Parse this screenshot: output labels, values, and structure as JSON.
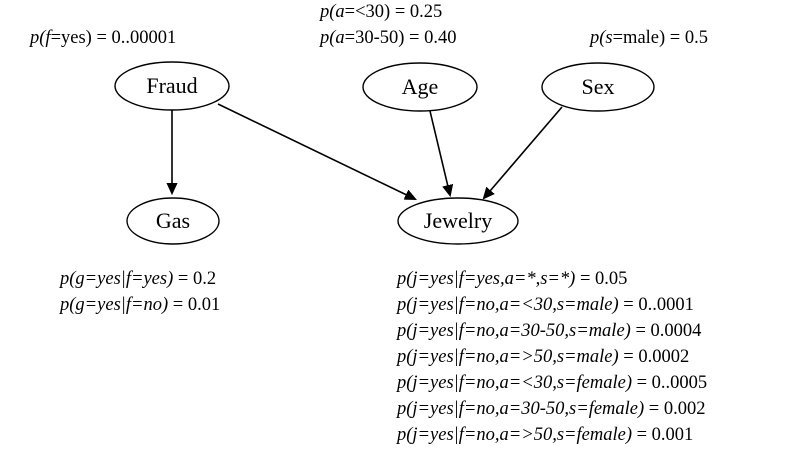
{
  "nodes": {
    "fraud": "Fraud",
    "age": "Age",
    "sex": "Sex",
    "gas": "Gas",
    "jewelry": "Jewelry"
  },
  "probabilities": {
    "fraud": [
      [
        {
          "t": "p(",
          "i": true
        },
        {
          "t": "f",
          "i": true
        },
        {
          "t": "=yes) = 0..00001",
          "i": false
        }
      ]
    ],
    "age": [
      [
        {
          "t": "p(",
          "i": true
        },
        {
          "t": "a",
          "i": true
        },
        {
          "t": "=<30) = 0.25",
          "i": false
        }
      ],
      [
        {
          "t": "p(",
          "i": true
        },
        {
          "t": "a",
          "i": true
        },
        {
          "t": "=30-50) = 0.40",
          "i": false
        }
      ]
    ],
    "sex": [
      [
        {
          "t": "p(",
          "i": true
        },
        {
          "t": "s",
          "i": true
        },
        {
          "t": "=male) = 0.5",
          "i": false
        }
      ]
    ],
    "gas": [
      [
        {
          "t": "p(g=yes|f=yes)",
          "i": true
        },
        {
          "t": " = 0.2",
          "i": false
        }
      ],
      [
        {
          "t": "p(g=yes|f=no)",
          "i": true
        },
        {
          "t": " = 0.01",
          "i": false
        }
      ]
    ],
    "jewelry": [
      [
        {
          "t": "p(j=yes|f=yes,a=*,s=*)",
          "i": true
        },
        {
          "t": " = 0.05",
          "i": false
        }
      ],
      [
        {
          "t": "p(j=yes|f=no,a=<30,s=male)",
          "i": true
        },
        {
          "t": " = 0..0001",
          "i": false
        }
      ],
      [
        {
          "t": "p(j=yes|f=no,a=30-50,s=male)",
          "i": true
        },
        {
          "t": " = 0.0004",
          "i": false
        }
      ],
      [
        {
          "t": "p(j=yes|f=no,a=>50,s=male)",
          "i": true
        },
        {
          "t": " = 0.0002",
          "i": false
        }
      ],
      [
        {
          "t": "p(j=yes|f=no,a=<30,s=female)",
          "i": true
        },
        {
          "t": " = 0..0005",
          "i": false
        }
      ],
      [
        {
          "t": "p(j=yes|f=no,a=30-50,s=female)",
          "i": true
        },
        {
          "t": " = 0.002",
          "i": false
        }
      ],
      [
        {
          "t": "p(j=yes|f=no,a=>50,s=female)",
          "i": true
        },
        {
          "t": " = 0.001",
          "i": false
        }
      ]
    ]
  }
}
